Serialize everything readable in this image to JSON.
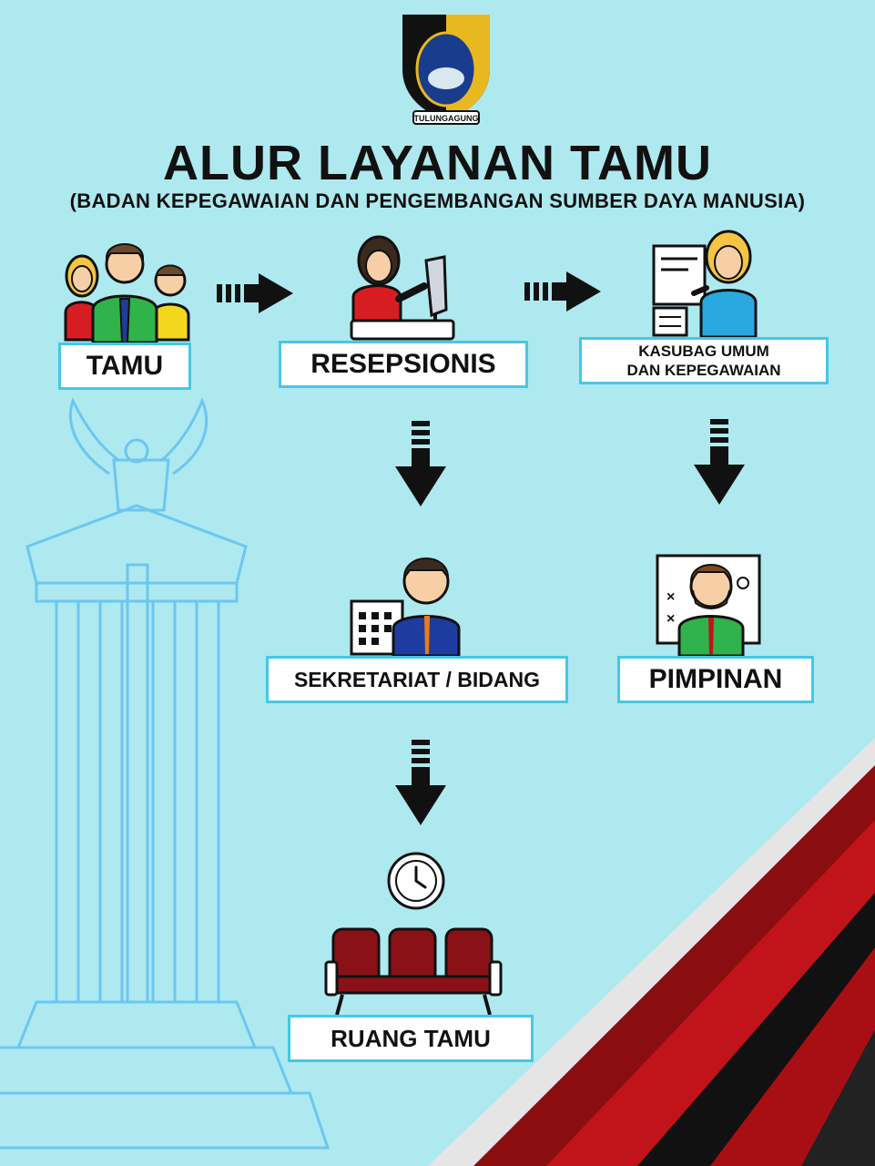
{
  "logo": {
    "caption": "TULUNGAGUNG"
  },
  "header": {
    "title": "ALUR LAYANAN TAMU",
    "subtitle": "(BADAN KEPEGAWAIAN DAN PENGEMBANGAN SUMBER DAYA MANUSIA)"
  },
  "steps": {
    "tamu": "TAMU",
    "resepsionis": "RESEPSIONIS",
    "kasubag_line1": "KASUBAG UMUM",
    "kasubag_line2": "DAN KEPEGAWAIAN",
    "sekretariat": "SEKRETARIAT / BIDANG",
    "pimpinan": "PIMPINAN",
    "ruang_tamu": "RUANG TAMU"
  },
  "colors": {
    "background": "#aee9f0",
    "box_border": "#44c8e6",
    "monument_outline": "#6cc6f0",
    "accent_red": "#c0141a",
    "arrow": "#111111"
  }
}
